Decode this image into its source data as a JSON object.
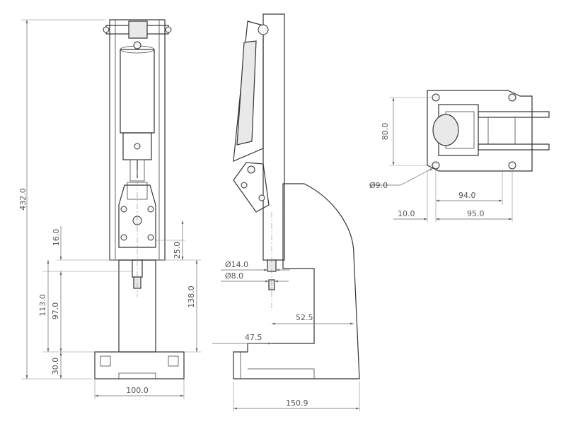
{
  "drawing": {
    "views": [
      "front-view",
      "side-view",
      "top-view"
    ],
    "dimensions": {
      "overall_height": "432.0",
      "top_gap": "16.0",
      "ram_stroke": "113.0",
      "ram_inner": "97.0",
      "base_height": "30.0",
      "base_width": "100.0",
      "ram_offset": "25.0",
      "column_height": "138.0",
      "ram_dia_outer": "Ø14.0",
      "ram_dia_inner": "Ø8.0",
      "throat_upper": "52.5",
      "throat_lower": "47.5",
      "overall_depth": "150.9",
      "top_height": "80.0",
      "hole_dia": "Ø9.0",
      "hole_spacing": "94.0",
      "edge_offset": "10.0",
      "total_spacing": "95.0"
    }
  }
}
